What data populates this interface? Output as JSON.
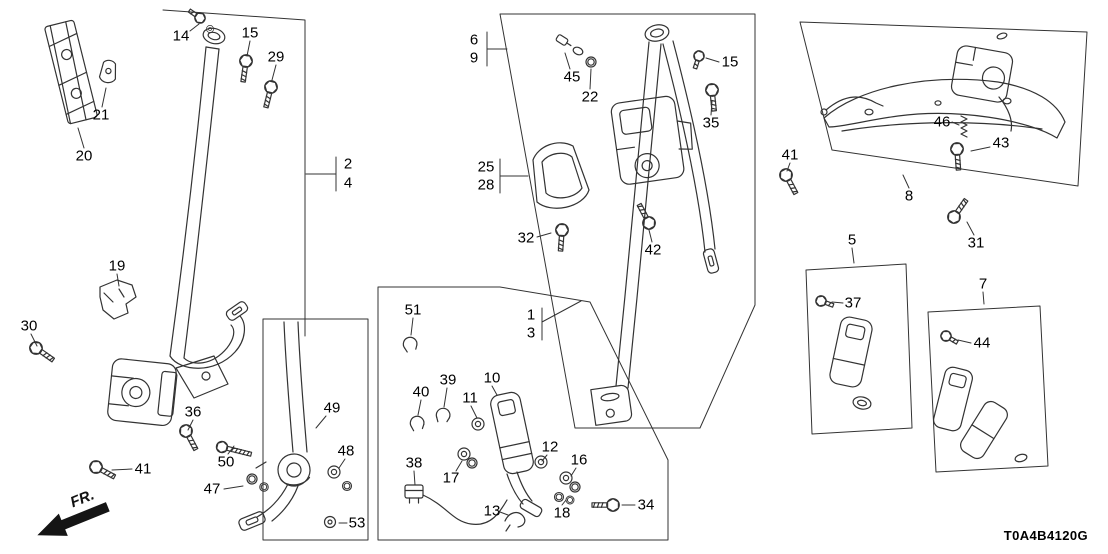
{
  "diagram": {
    "code": "T0A4B4120G",
    "fr_label": "FR.",
    "colors": {
      "line": "#333333",
      "background": "#ffffff",
      "label": "#000000"
    },
    "callouts": [
      "14",
      "15",
      "29",
      "21",
      "20",
      "2",
      "4",
      "19",
      "30",
      "36",
      "41",
      "50",
      "47",
      "49",
      "48",
      "53",
      "6",
      "9",
      "45",
      "22",
      "25",
      "28",
      "32",
      "42",
      "15",
      "35",
      "41",
      "1",
      "3",
      "51",
      "40",
      "39",
      "10",
      "11",
      "38",
      "17",
      "12",
      "16",
      "13",
      "18",
      "34",
      "46",
      "43",
      "8",
      "31",
      "5",
      "37",
      "7",
      "44"
    ]
  }
}
